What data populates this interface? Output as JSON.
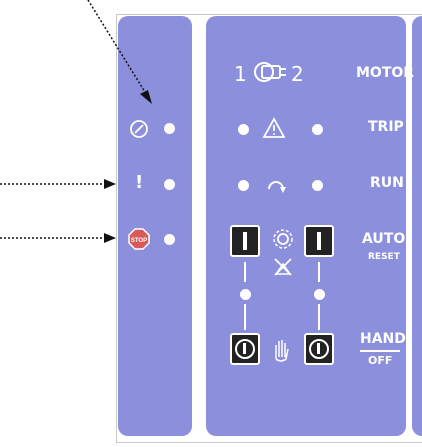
{
  "right_panel": {
    "motor_label": "MOTOR",
    "trip_label": "TRIP",
    "run_label": "RUN",
    "auto_label": "AUTO",
    "reset_label": "RESET",
    "hand_label": "HAND",
    "off_label": "OFF",
    "motor_number_1": "1",
    "motor_number_2": "2"
  },
  "left_panel": {
    "alarm_symbol": "!",
    "stop_symbol": "STOP"
  },
  "colors": {
    "panel": "#8c8fdc",
    "background": "#ffffff",
    "switch": "#222222",
    "stop_badge": "#d85a5a",
    "foreground": "#ffffff"
  },
  "icons": [
    "power-icon",
    "pump-icon",
    "warning-triangle-icon",
    "rotation-icon",
    "gear-icon",
    "no-service-icon",
    "hand-icon",
    "stop-sign-icon"
  ]
}
